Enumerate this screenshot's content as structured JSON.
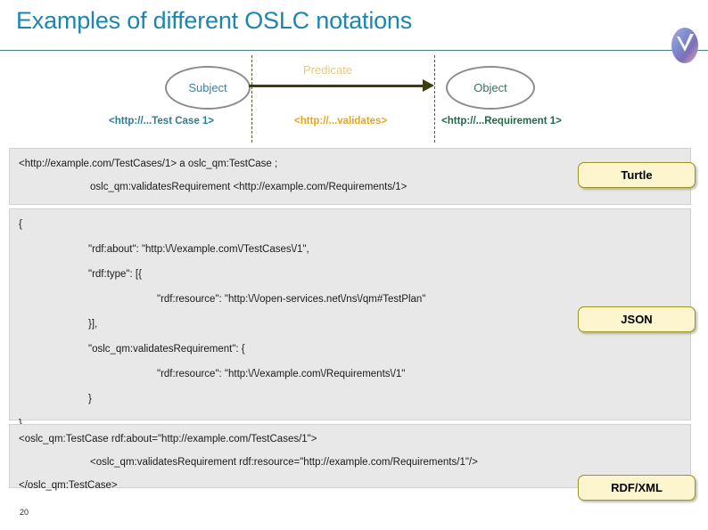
{
  "slide": {
    "title": "Examples of different OSLC notations",
    "page_number": "20",
    "title_color": "#1B87AE",
    "rule_color": "#4a7d8c"
  },
  "logo": {
    "name": "oslc-oval-logo",
    "colors": [
      "#8f7fc4",
      "#6f8fd0",
      "#d9a0b5",
      "#b0a8d8"
    ]
  },
  "diagram": {
    "subject": {
      "node_label": "Subject",
      "uri_label": "<http://...Test Case 1>",
      "node_text_color": "#3f7f9f",
      "uri_color": "#2c7d96"
    },
    "predicate": {
      "node_label": "Predicate",
      "uri_label": "<http://...validates>",
      "node_text_color": "#e3cc80",
      "uri_color": "#e6a521",
      "arrow_color": "#3d3d10"
    },
    "object": {
      "node_label": "Object",
      "uri_label": "<http://...Requirement 1>",
      "node_text_color": "#3f6f63",
      "uri_color": "#1f6b4a"
    }
  },
  "panels": {
    "turtle": {
      "badge": "Turtle",
      "lines": [
        "<http://example.com/TestCases/1> a oslc_qm:TestCase ;",
        "oslc_qm:validatesRequirement <http://example.com/Requirements/1>"
      ]
    },
    "json": {
      "badge": "JSON",
      "lines": [
        "{",
        "\"rdf:about\": \"http:\\/\\/example.com\\/TestCases\\/1\",",
        "\"rdf:type\": [{",
        "\"rdf:resource\": \"http:\\/\\/open-services.net\\/ns\\/qm#TestPlan\"",
        "}],",
        "\"oslc_qm:validatesRequirement\": {",
        "\"rdf:resource\": \"http:\\/\\/example.com\\/Requirements\\/1\"",
        "}",
        "}"
      ]
    },
    "rdfxml": {
      "badge": "RDF/XML",
      "lines": [
        "<oslc_qm:TestCase rdf:about=\"http://example.com/TestCases/1\">",
        "<oslc_qm:validatesRequirement rdf:resource=\"http://example.com/Requirements/1\"/>",
        "</oslc_qm:TestCase>"
      ]
    }
  }
}
